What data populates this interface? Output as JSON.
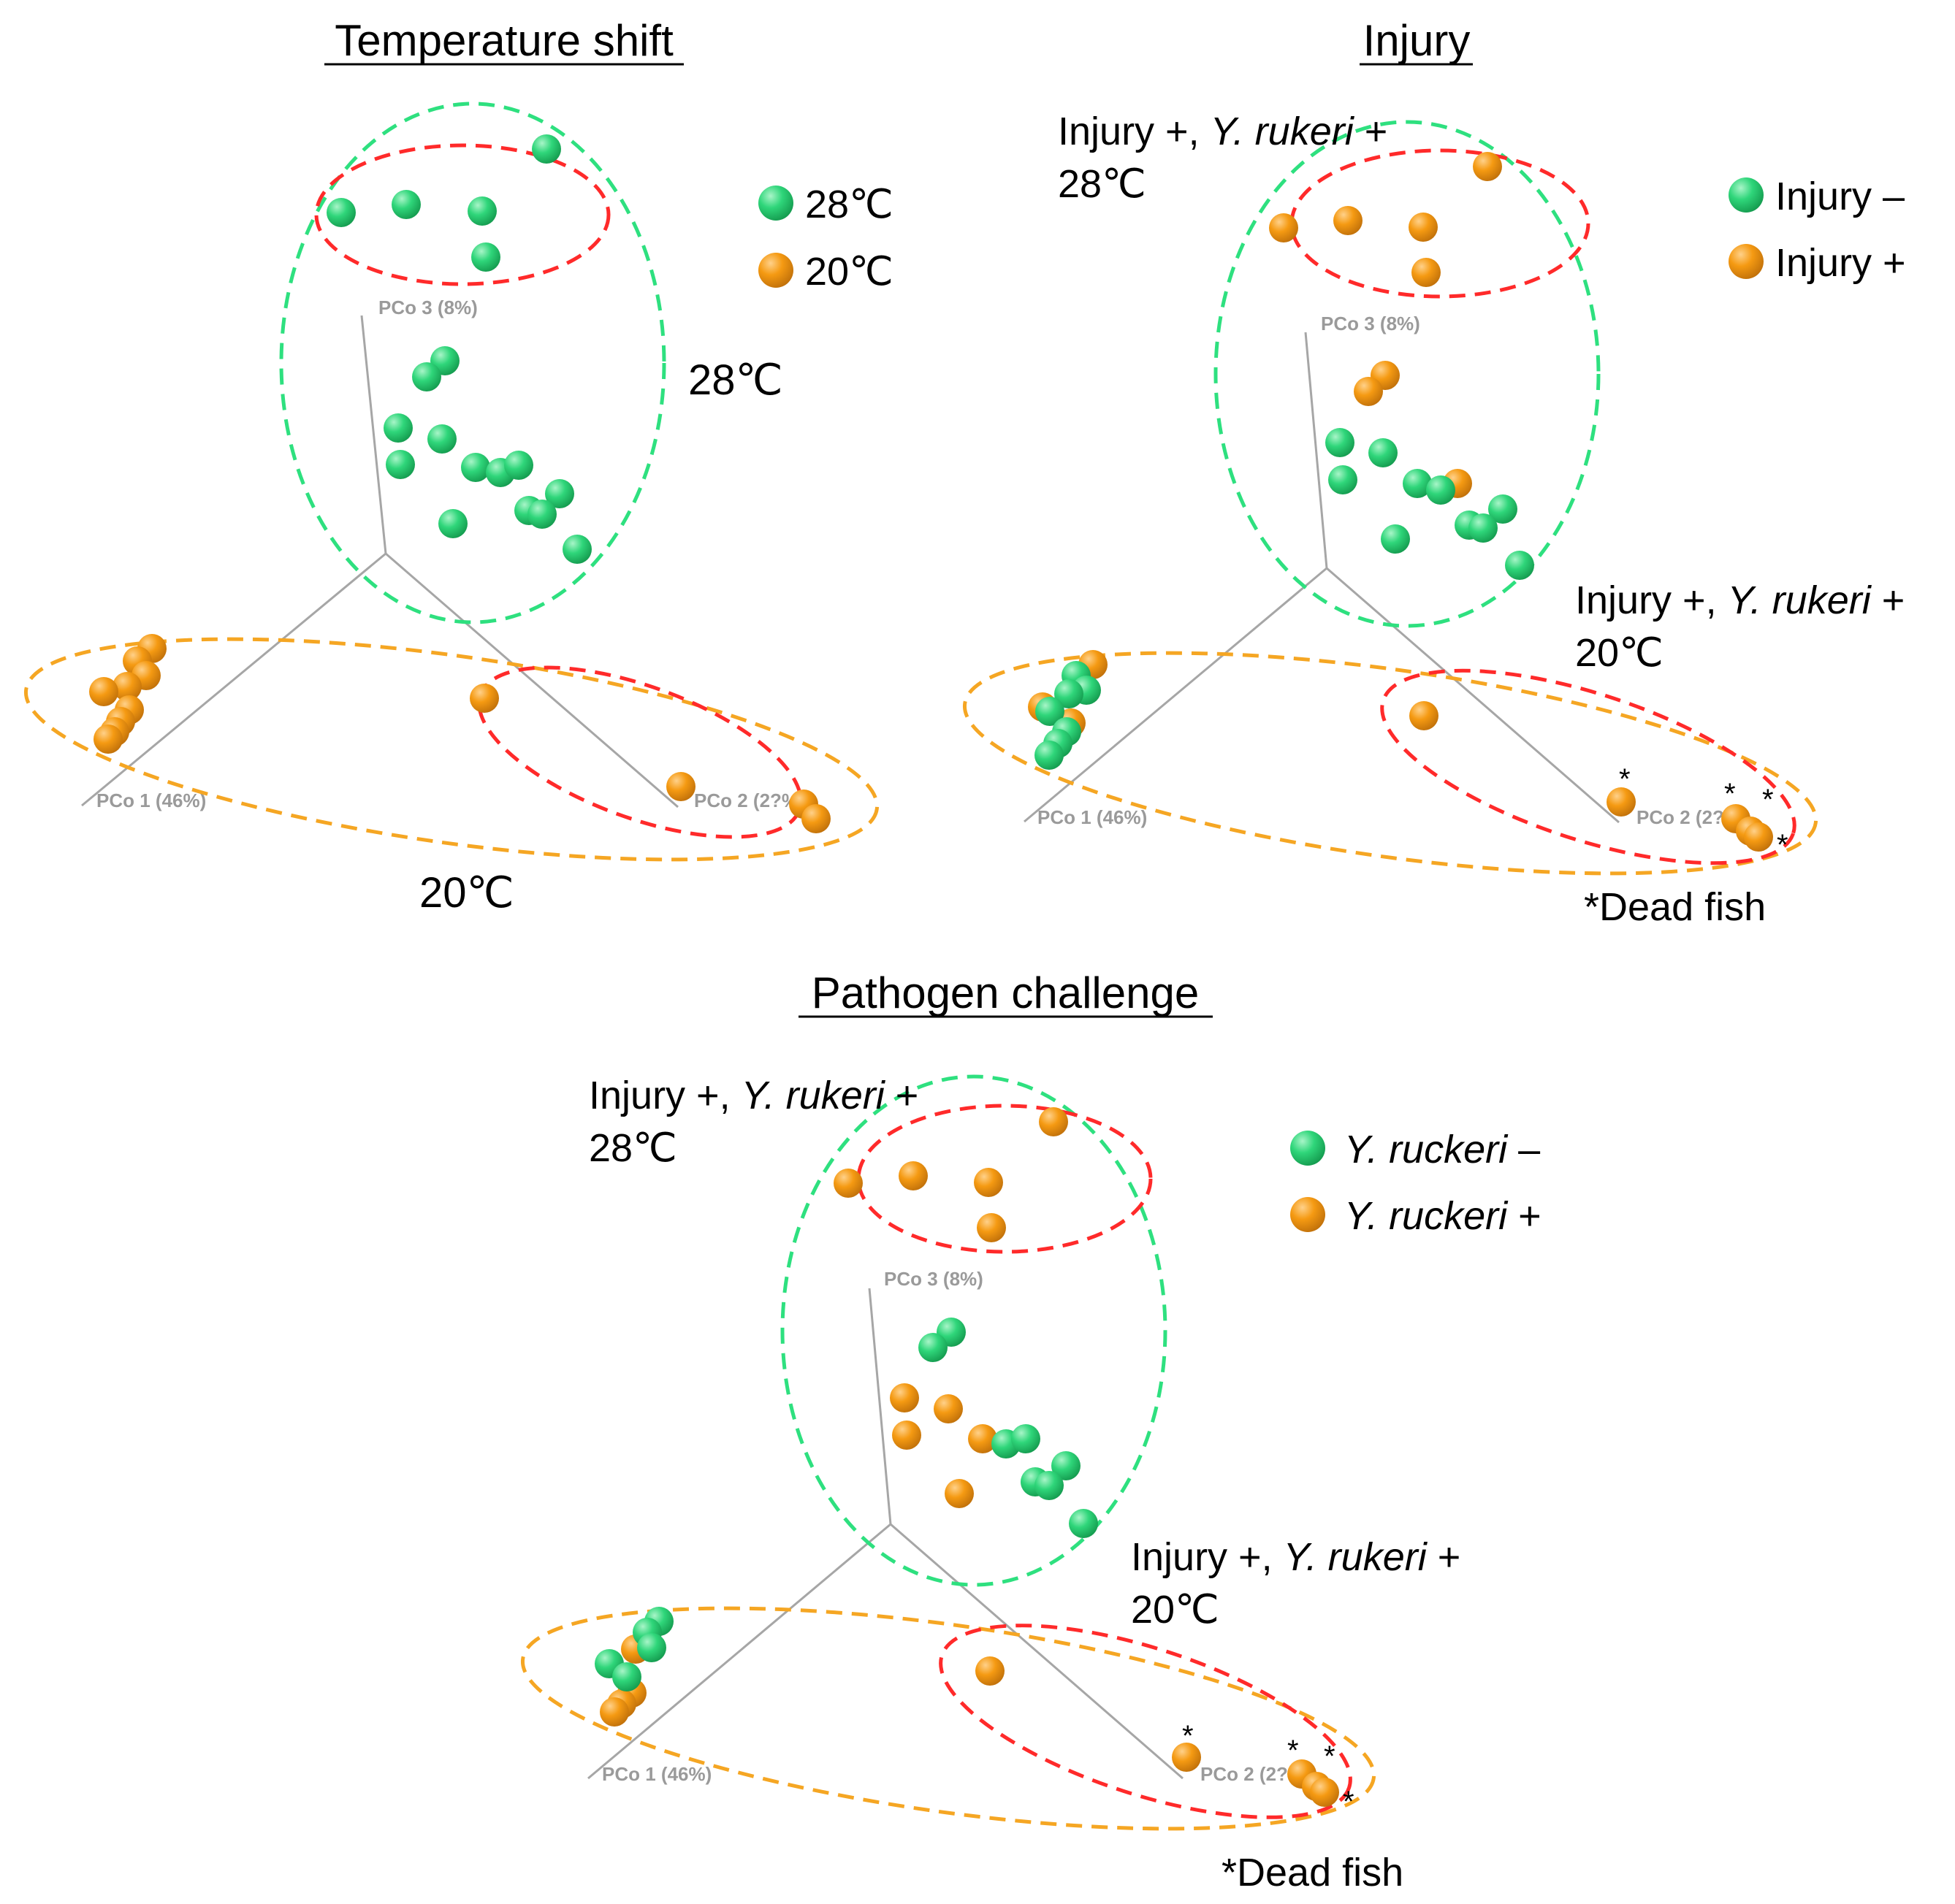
{
  "colors": {
    "green": "#2fd67a",
    "orange": "#f59a12",
    "ellipse_green": "#2ee07f",
    "ellipse_red": "#ff2a2a",
    "ellipse_orange": "#f5a623",
    "axis": "#a6a6a6"
  },
  "axes": {
    "pco1": "PCo 1 (46%)",
    "pco2": "PCo 2 (2?%)",
    "pco3": "PCo 3 (8%)"
  },
  "chart_data": [
    {
      "type": "scatter",
      "title": "Temperature shift",
      "legend": [
        {
          "name": "28℃",
          "color": "green"
        },
        {
          "name": "20℃",
          "color": "orange"
        }
      ],
      "legend_placement": "top-right",
      "annotations": {
        "group_high": "28℃",
        "group_low": "20℃"
      }
    },
    {
      "type": "scatter",
      "title": "Injury",
      "legend": [
        {
          "name": "Injury –",
          "color": "green"
        },
        {
          "name": "Injury +",
          "color": "orange"
        }
      ],
      "legend_placement": "top-right",
      "annotations": {
        "top_line1": "Injury +,",
        "top_italic": "Y. rukeri",
        "top_tail": "+",
        "top_line2": "28℃",
        "low_line1": "Injury +,",
        "low_italic": "Y. rukeri",
        "low_tail": "+",
        "low_line2": "20℃",
        "dead": "*Dead fish",
        "star": "*"
      }
    },
    {
      "type": "scatter",
      "title": "Pathogen challenge",
      "legend": [
        {
          "italic": "Y. ruckeri",
          "sign": "–",
          "color": "green"
        },
        {
          "italic": "Y. ruckeri",
          "sign": "+",
          "color": "orange"
        }
      ],
      "legend_placement": "top-right",
      "annotations": {
        "top_line1": "Injury +,",
        "top_italic": "Y. rukeri",
        "top_tail": "+",
        "top_line2": "28℃",
        "low_line1": "Injury +,",
        "low_italic": "Y. rukeri",
        "low_tail": "+",
        "low_line2": "20℃",
        "dead": "*Dead fish",
        "star": "*"
      }
    }
  ]
}
